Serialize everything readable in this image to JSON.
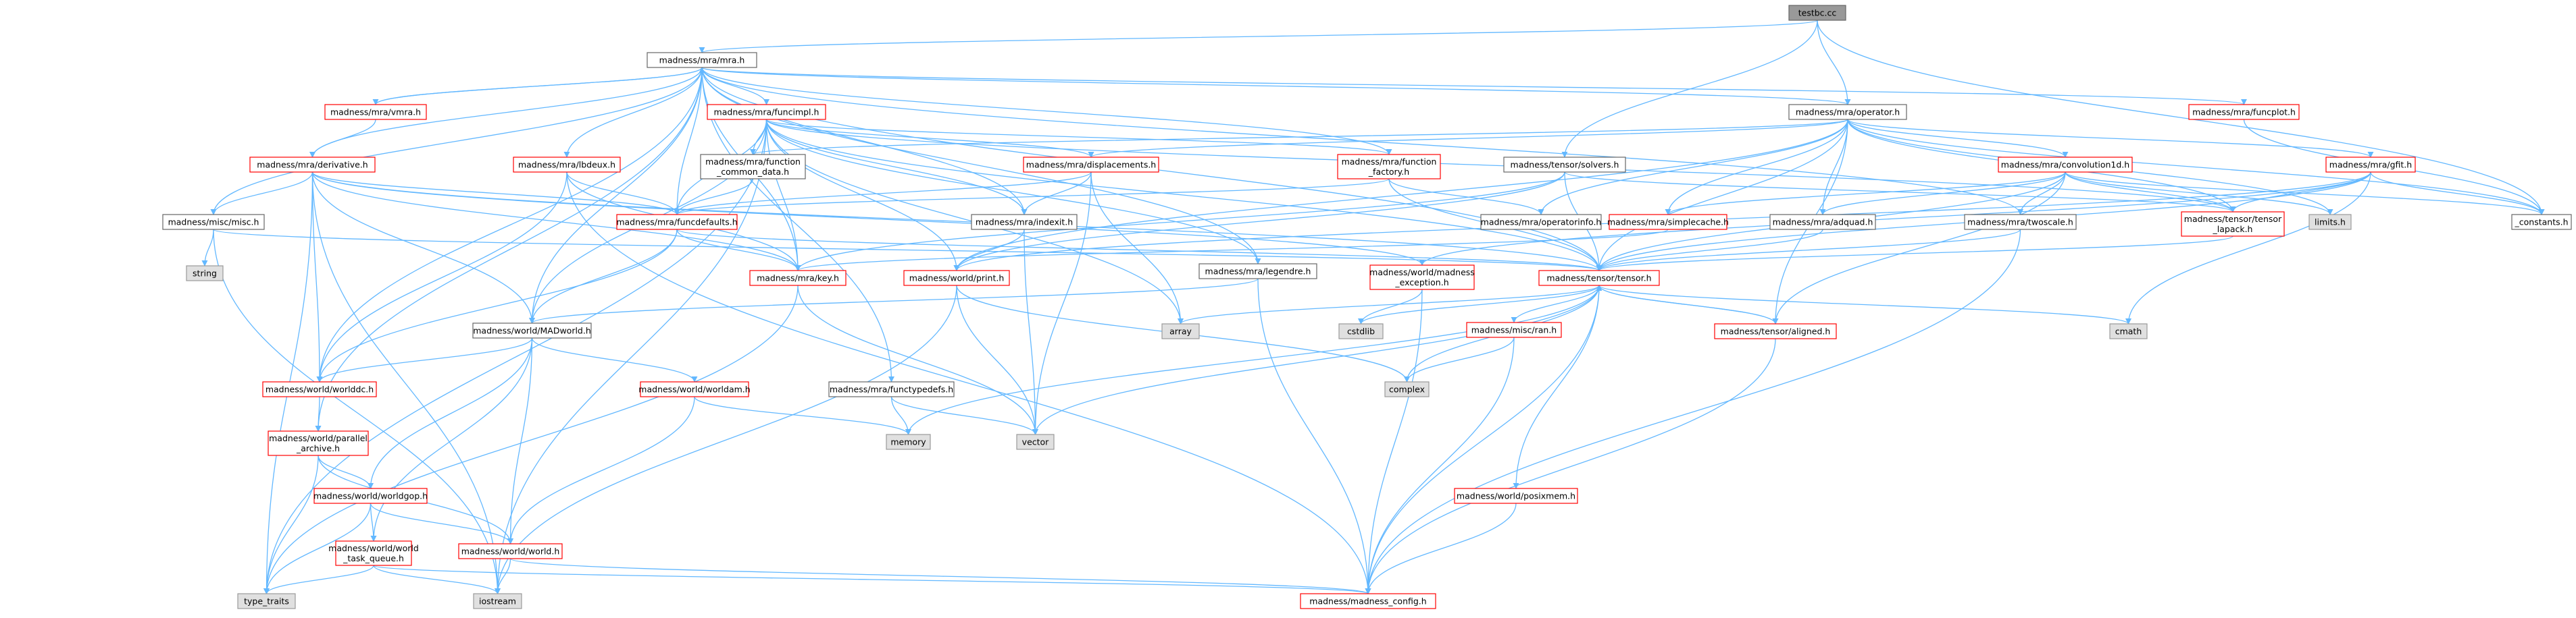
{
  "diagram": {
    "nodes": {
      "testbc": "testbc.cc",
      "mra_h": "madness/mra/mra.h",
      "vmra": "madness/mra/vmra.h",
      "funcimpl": "madness/mra/funcimpl.h",
      "operator_h": "madness/mra/operator.h",
      "funcplot": "madness/mra/funcplot.h",
      "derivative": "madness/mra/derivative.h",
      "lbdeux": "madness/mra/lbdeux.h",
      "function_common_data": [
        "madness/mra/function",
        "_common_data.h"
      ],
      "displacements": "madness/mra/displacements.h",
      "function_factory": [
        "madness/mra/function",
        "_factory.h"
      ],
      "solvers": "madness/tensor/solvers.h",
      "convolution1d": "madness/mra/convolution1d.h",
      "gfit": "madness/mra/gfit.h",
      "misc": "madness/misc/misc.h",
      "funcdefaults": "madness/mra/funcdefaults.h",
      "indexit": "madness/mra/indexit.h",
      "operatorinfo": "madness/mra/operatorinfo.h",
      "simplecache": "madness/mra/simplecache.h",
      "adquad": "madness/mra/adquad.h",
      "twoscale": "madness/mra/twoscale.h",
      "tensor_lapack": [
        "madness/tensor/tensor",
        "_lapack.h"
      ],
      "limits": "limits.h",
      "constants": "_constants.h",
      "string": "string",
      "key": "madness/mra/key.h",
      "print": "madness/world/print.h",
      "madness_exception": [
        "madness/world/madness",
        "_exception.h"
      ],
      "legendre": "madness/mra/legendre.h",
      "tensor": "madness/tensor/tensor.h",
      "madworld": "madness/world/MADworld.h",
      "array": "array",
      "cstdlib": "cstdlib",
      "ran": "madness/misc/ran.h",
      "aligned": "madness/tensor/aligned.h",
      "cmath": "cmath",
      "worlddc": "madness/world/worlddc.h",
      "worldam": "madness/world/worldam.h",
      "functypedefs": "madness/mra/functypedefs.h",
      "complex": "complex",
      "memory": "memory",
      "vector": "vector",
      "parallel_archive": [
        "madness/world/parallel",
        "_archive.h"
      ],
      "worldgop": "madness/world/worldgop.h",
      "posixmem": "madness/world/posixmem.h",
      "world_task_queue": [
        "madness/world/world",
        "_task_queue.h"
      ],
      "world": "madness/world/world.h",
      "type_traits": "type_traits",
      "iostream": "iostream",
      "madness_config": "madness/madness_config.h"
    },
    "legend_colors": {
      "edge": "#63b8ff",
      "root_fill": "#999999",
      "truncated_border": "#ff0000",
      "system_header_fill": "#e0e0e0"
    }
  }
}
